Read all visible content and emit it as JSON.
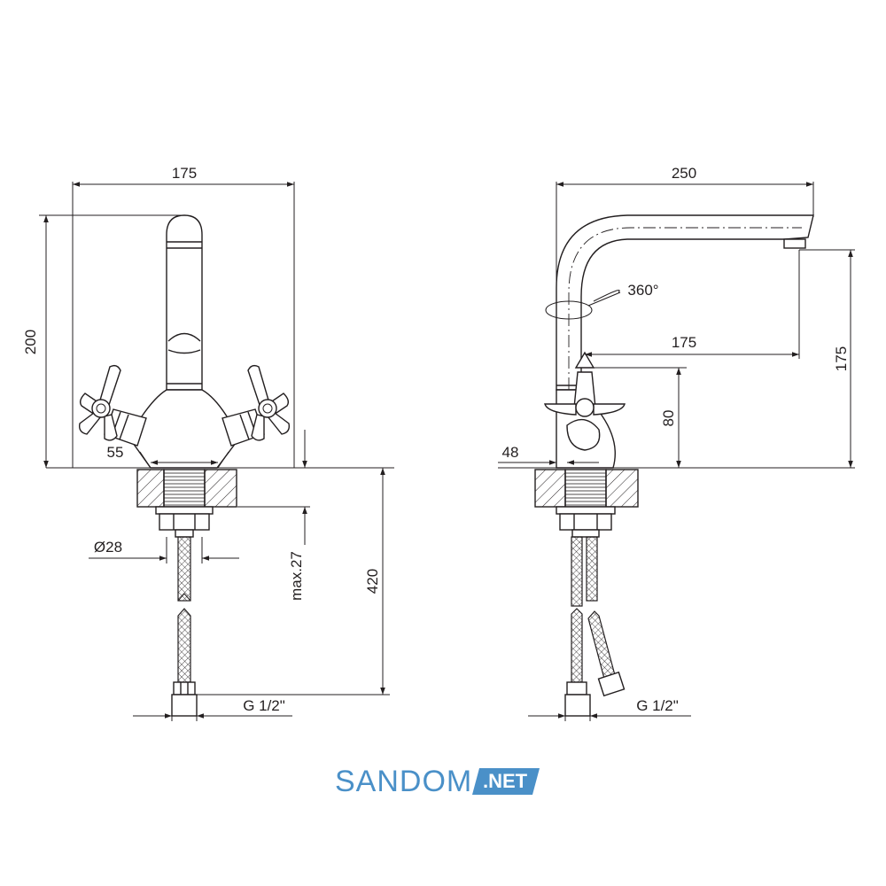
{
  "front_view": {
    "dims": {
      "width_total": "175",
      "height_total": "200",
      "base_width": "55",
      "hole_diameter": "Ø28",
      "max_thickness": "max.27",
      "hose_length": "420",
      "thread": "G 1/2\""
    }
  },
  "side_view": {
    "dims": {
      "reach_total": "250",
      "rotation": "360°",
      "spout_reach": "175",
      "spout_height": "175",
      "handle_height": "80",
      "base_offset": "48",
      "thread": "G 1/2\""
    }
  },
  "brand": {
    "name": "SANDOM",
    "tld": ".NET",
    "color": "#4a90c8"
  }
}
